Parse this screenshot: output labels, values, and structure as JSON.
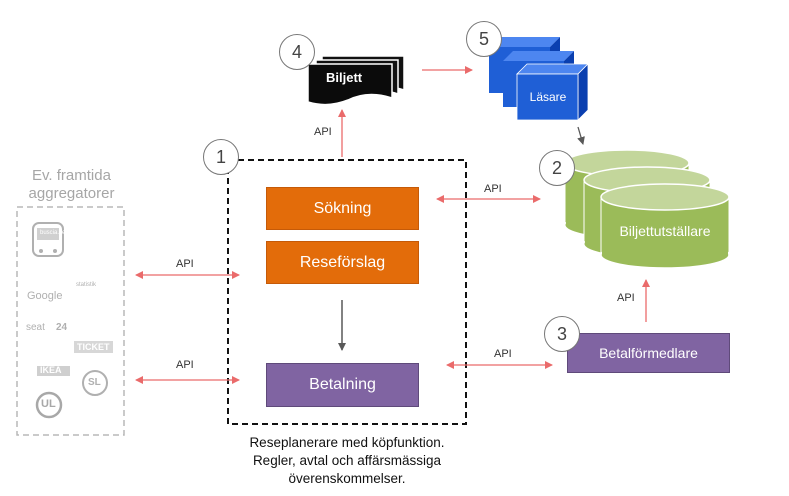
{
  "aggregators": {
    "title_line1": "Ev. framtida",
    "title_line2": "aggregatorer",
    "logos": [
      "buscia.se",
      "Google",
      "statistik",
      "seat",
      "24",
      "TICKET",
      "IKEA",
      "SL",
      "UL"
    ]
  },
  "core": {
    "search_label": "Sökning",
    "proposal_label": "Reseförslag",
    "payment_label": "Betalning",
    "caption_line1": "Reseplanerare med köpfunktion.",
    "caption_line2": "Regler, avtal och affärsmässiga",
    "caption_line3": "överenskommelser."
  },
  "ticket": {
    "label": "Biljett"
  },
  "reader": {
    "label": "Läsare"
  },
  "issuer": {
    "label": "Biljettutställare"
  },
  "payment_provider": {
    "label": "Betalförmedlare"
  },
  "api_labels": {
    "core_to_ticket": "API",
    "core_to_issuer": "API",
    "agg_to_search": "API",
    "agg_to_payment": "API",
    "payment_to_provider": "API",
    "provider_to_issuer": "API"
  },
  "step_numbers": [
    "1",
    "2",
    "3",
    "4",
    "5"
  ],
  "colors": {
    "orange": "#e36c0a",
    "purple": "#8064a2",
    "green": "#9bbb59",
    "blue": "#1f5fd6",
    "arrow_red": "#ea6b6b",
    "arrow_gray": "#595959"
  }
}
